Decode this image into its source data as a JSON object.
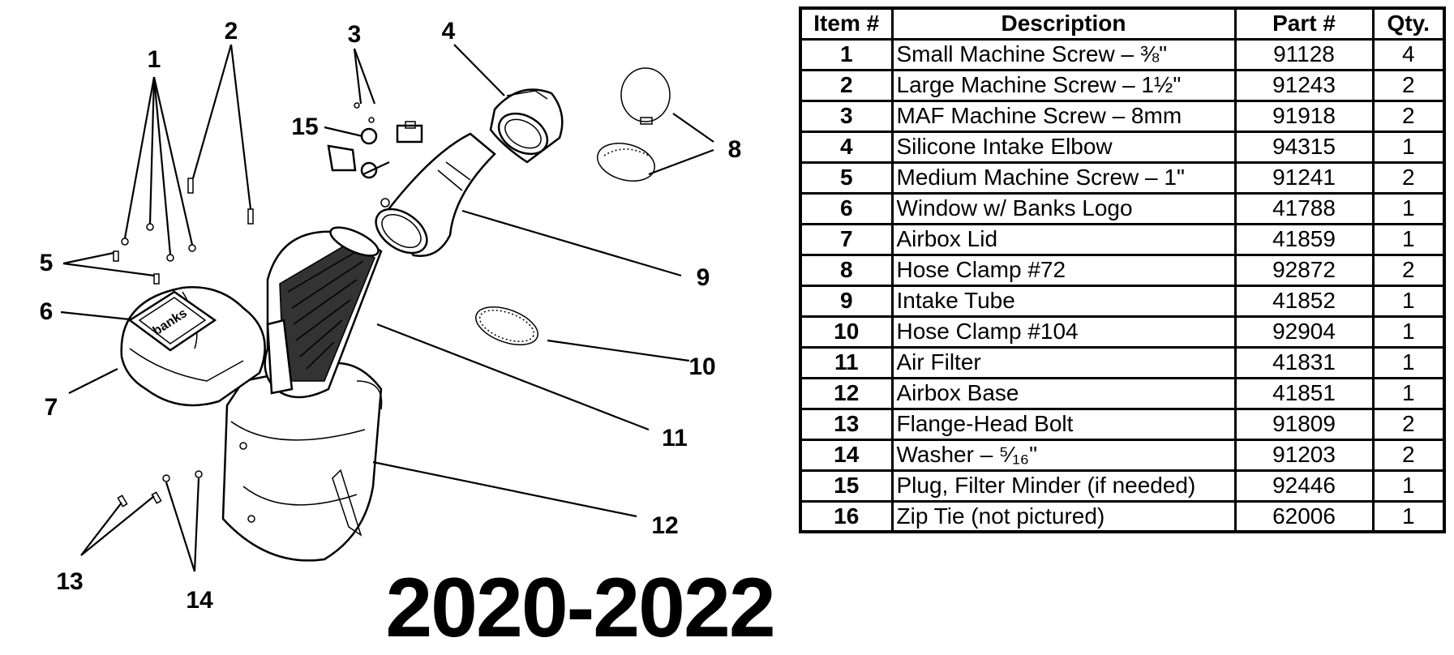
{
  "diagram": {
    "callouts": [
      "1",
      "2",
      "3",
      "4",
      "5",
      "6",
      "7",
      "8",
      "9",
      "10",
      "11",
      "12",
      "13",
      "14",
      "15"
    ],
    "logo_text": "banks",
    "year_label": "2020-2022"
  },
  "table": {
    "headers": {
      "item": "Item #",
      "description": "Description",
      "part": "Part #",
      "qty": "Qty."
    },
    "rows": [
      {
        "item": "1",
        "description": "Small Machine Screw – ⅜\"",
        "part": "91128",
        "qty": "4"
      },
      {
        "item": "2",
        "description": "Large Machine Screw – 1½\"",
        "part": "91243",
        "qty": "2"
      },
      {
        "item": "3",
        "description": "MAF Machine Screw – 8mm",
        "part": "91918",
        "qty": "2"
      },
      {
        "item": "4",
        "description": "Silicone Intake Elbow",
        "part": "94315",
        "qty": "1"
      },
      {
        "item": "5",
        "description": "Medium Machine Screw – 1\"",
        "part": "91241",
        "qty": "2"
      },
      {
        "item": "6",
        "description": "Window w/ Banks Logo",
        "part": "41788",
        "qty": "1"
      },
      {
        "item": "7",
        "description": "Airbox Lid",
        "part": "41859",
        "qty": "1"
      },
      {
        "item": "8",
        "description": "Hose Clamp #72",
        "part": "92872",
        "qty": "2"
      },
      {
        "item": "9",
        "description": "Intake Tube",
        "part": "41852",
        "qty": "1"
      },
      {
        "item": "10",
        "description": "Hose Clamp #104",
        "part": "92904",
        "qty": "1"
      },
      {
        "item": "11",
        "description": "Air Filter",
        "part": "41831",
        "qty": "1"
      },
      {
        "item": "12",
        "description": "Airbox Base",
        "part": "41851",
        "qty": "1"
      },
      {
        "item": "13",
        "description": "Flange-Head Bolt",
        "part": "91809",
        "qty": "2"
      },
      {
        "item": "14",
        "description": "Washer – ⁵⁄₁₆\"",
        "part": "91203",
        "qty": "2"
      },
      {
        "item": "15",
        "description": "Plug, Filter Minder (if needed)",
        "part": "92446",
        "qty": "1"
      },
      {
        "item": "16",
        "description": "Zip Tie (not pictured)",
        "part": "62006",
        "qty": "1"
      }
    ]
  }
}
